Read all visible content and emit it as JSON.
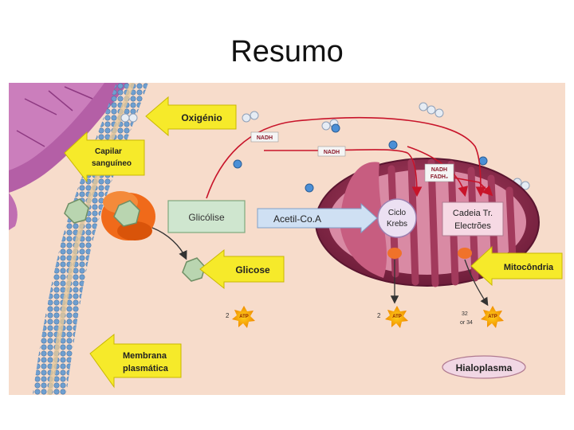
{
  "title": "Resumo",
  "labels": {
    "oxygen": "Oxigénio",
    "capillary_1": "Capilar",
    "capillary_2": "sanguíneo",
    "glycolysis": "Glicólise",
    "acetyl_coa": "Acetil-Co.A",
    "krebs_1": "Ciclo",
    "krebs_2": "Krebs",
    "etc_1": "Cadeia Tr.",
    "etc_2": "Electrões",
    "glucose": "Glicose",
    "mitochondria": "Mitocôndria",
    "membrane_1": "Membrana",
    "membrane_2": "plasmática",
    "hyaloplasm": "Hialoplasma",
    "nadh_1": "NADH",
    "nadh_2": "NADH",
    "nadh_3": "NADH",
    "fadh2": "FADH₂"
  },
  "atp": {
    "label": "ATP",
    "glycolysis_count": "2",
    "krebs_count": "2",
    "etc_count_1": "32",
    "etc_count_2": "or 34"
  },
  "colors": {
    "background": "#f7dccb",
    "yellow_arrow": "#f6ea2a",
    "mito_outer": "#8a2a4a",
    "green_box": "#cfe6cf",
    "blue_box": "#cfe0f3"
  }
}
